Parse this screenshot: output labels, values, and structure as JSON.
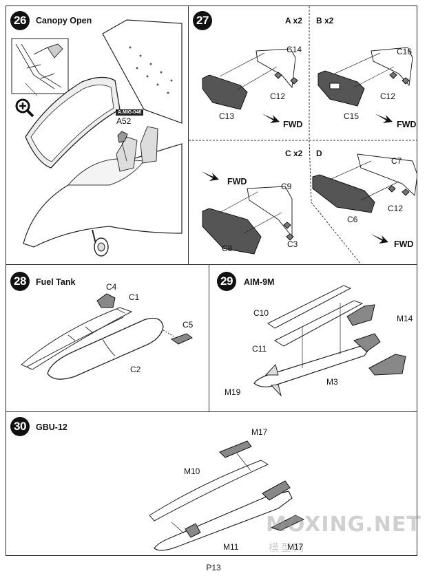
{
  "steps": {
    "s26": {
      "num": "26",
      "title": "Canopy Open",
      "tag": "A.MIG-046",
      "part": "A52"
    },
    "s27": {
      "num": "27",
      "sub_a": "A x2",
      "sub_b": "B x2",
      "sub_c": "C x2",
      "sub_d": "D",
      "fwd": "FWD",
      "parts": {
        "c14": "C14",
        "c12": "C12",
        "c13": "C13",
        "c16": "C16",
        "c15": "C15",
        "c9": "C9",
        "c8": "C8",
        "c3": "C3",
        "c7": "C7",
        "c6": "C6"
      }
    },
    "s28": {
      "num": "28",
      "title": "Fuel Tank",
      "parts": {
        "c4": "C4",
        "c1": "C1",
        "c5": "C5",
        "c2": "C2"
      }
    },
    "s29": {
      "num": "29",
      "title": "AIM-9M",
      "parts": {
        "c10": "C10",
        "c11": "C11",
        "m14": "M14",
        "m3": "M3",
        "m19": "M19"
      }
    },
    "s30": {
      "num": "30",
      "title": "GBU-12",
      "parts": {
        "m17": "M17",
        "m10": "M10",
        "m11": "M11"
      }
    }
  },
  "watermark": {
    "line1": "MOXING.NET",
    "line2": "模型网"
  },
  "page_number": "P13",
  "icons": [
    "magnify-plus-icon",
    "fwd-arrow-icon"
  ]
}
